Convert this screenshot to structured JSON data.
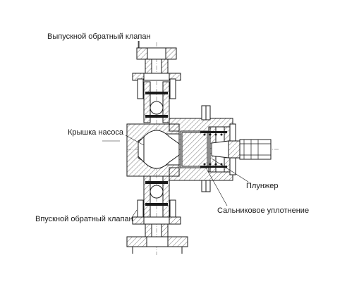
{
  "labels": {
    "outlet_valve": "Выпускной обратный клапан",
    "pump_cover": "Крышка насоса",
    "plunger": "Плунжер",
    "gland_seal": "Сальниковое уплотнение",
    "inlet_valve": "Впускной обратный клапан"
  },
  "colors": {
    "line": "#1a1a1a",
    "background": "#ffffff"
  }
}
